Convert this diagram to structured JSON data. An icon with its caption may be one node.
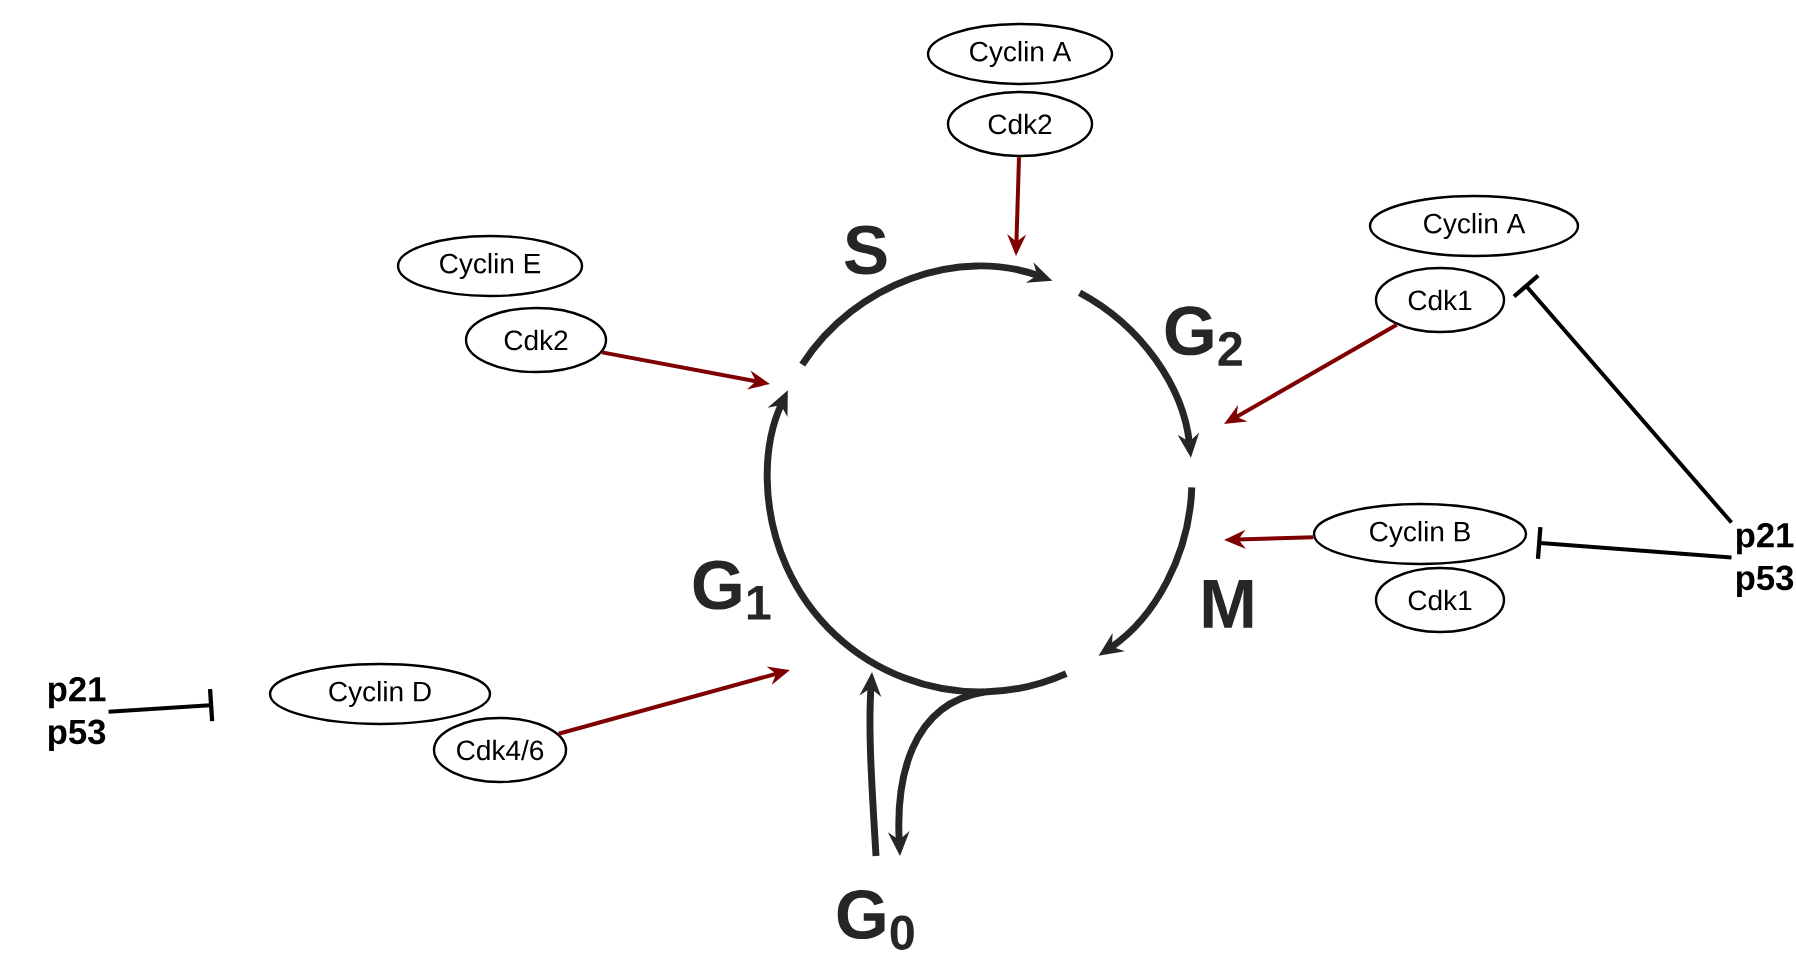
{
  "diagram": {
    "nodes": [
      {
        "text": [
          "Cyclin A"
        ]
      },
      {
        "text": [
          "Cdk2"
        ]
      },
      {
        "text": [
          "Cyclin E"
        ]
      },
      {
        "text": [
          "Cdk2"
        ]
      },
      {
        "text": [
          "Cyclin A"
        ]
      },
      {
        "text": [
          "Cdk1"
        ]
      },
      {
        "text": [
          "Cyclin B"
        ]
      },
      {
        "text": [
          "Cdk1"
        ]
      },
      {
        "text": [
          "Cyclin D"
        ]
      },
      {
        "text": [
          "Cdk4/6"
        ]
      },
      {
        "text": [
          "p21 p53"
        ]
      },
      {
        "text": [
          "p21 p53"
        ]
      }
    ],
    "edges": [
      {
        "from": 1,
        "to": null,
        "arrow": "to"
      },
      {
        "from": 3,
        "to": null,
        "arrow": "to"
      },
      {
        "from": 5,
        "to": null,
        "arrow": "to"
      },
      {
        "from": 6,
        "to": null,
        "arrow": "to"
      },
      {
        "from": 9,
        "to": null,
        "arrow": "to"
      },
      {
        "from": 10,
        "to": 8,
        "arrow": "other",
        "color": "#000000"
      },
      {
        "from": 11,
        "to": 4,
        "arrow": "other",
        "color": "#000000"
      },
      {
        "from": 11,
        "to": 6,
        "arrow": "other",
        "color": "#000000"
      }
    ],
    "labels": [
      "S",
      "G$_{2}$",
      "G$_{1}$",
      "M",
      "G$_{0}$"
    ]
  }
}
